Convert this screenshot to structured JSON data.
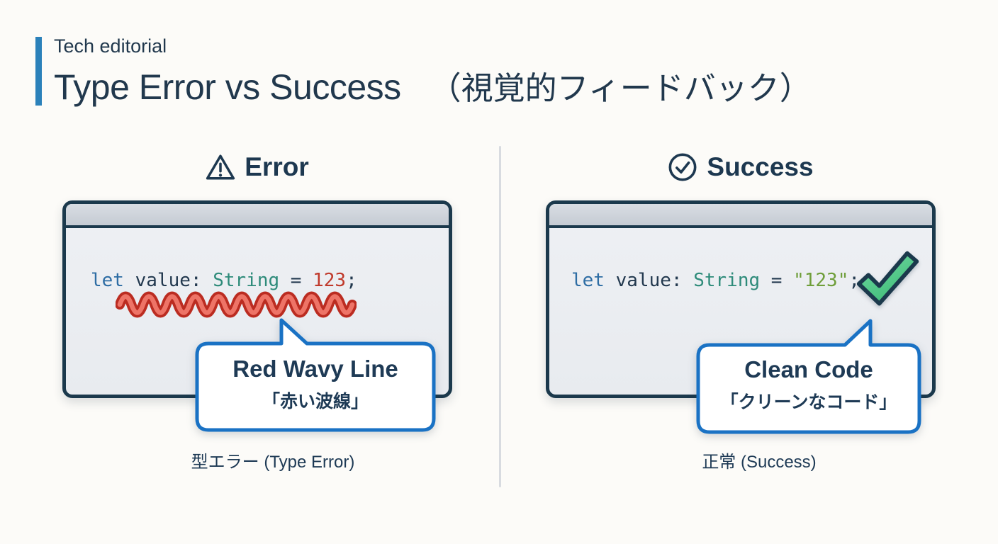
{
  "header": {
    "eyebrow": "Tech editorial",
    "title": "Type Error vs Success",
    "title_suffix": "（視覚的フィードバック）"
  },
  "error_panel": {
    "heading": "Error",
    "code": {
      "keyword": "let",
      "variable": " value:",
      "type": " String",
      "operator": " = ",
      "literal": "123",
      "semicolon": ";"
    },
    "callout_title": "Red Wavy Line",
    "callout_subtitle": "「赤い波線」",
    "caption": "型エラー (Type Error)"
  },
  "success_panel": {
    "heading": "Success",
    "code": {
      "keyword": "let",
      "variable": " value:",
      "type": " String",
      "operator": " = ",
      "literal": "\"123\"",
      "semicolon": ";"
    },
    "callout_title": "Clean Code",
    "callout_subtitle": "「クリーンなコード」",
    "caption": "正常 (Success)"
  },
  "icons": {
    "error": "warning-triangle-icon",
    "success": "check-circle-icon",
    "error_marker": "red-wavy-underline",
    "success_marker": "green-checkmark-icon"
  },
  "colors": {
    "background": "#fcfbf8",
    "accent_blue": "#2b81ba",
    "navy_text": "#1d3850",
    "window_border": "#1b394c",
    "titlebar_gray": "#cdd2d9",
    "callout_border_blue": "#1a72c4",
    "error_red": "#c0392b",
    "error_red_light": "#ee7467",
    "success_green": "#4fc886",
    "code_keyword_blue": "#2e6da4",
    "code_type_teal": "#2e8b7a",
    "code_string_green": "#6f9e3a"
  }
}
